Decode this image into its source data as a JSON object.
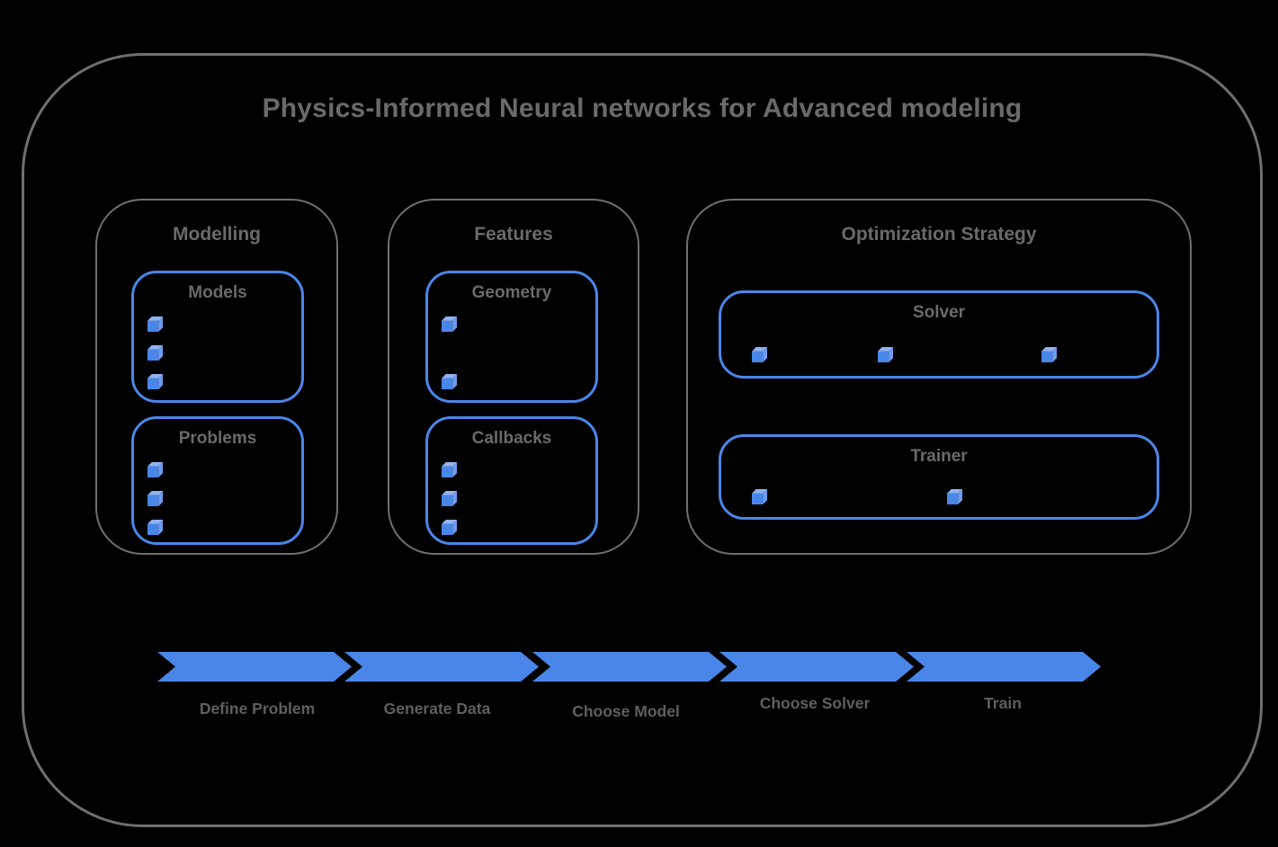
{
  "title": "Physics-Informed Neural networks for Advanced modeling",
  "colors": {
    "accent_blue": "#4a86e8",
    "cube_front": "#4a86e8",
    "cube_top": "#8fb4f3",
    "cube_side": "#6d9bed",
    "border_gray": "#6f6f6f",
    "text_gray": "#6a6a6a"
  },
  "groups": [
    {
      "label": "Modelling",
      "cards": [
        {
          "label": "Models",
          "bullet_count": 3
        },
        {
          "label": "Problems",
          "bullet_count": 3
        }
      ]
    },
    {
      "label": "Features",
      "cards": [
        {
          "label": "Geometry",
          "bullet_count": 2
        },
        {
          "label": "Callbacks",
          "bullet_count": 3
        }
      ]
    },
    {
      "label": "Optimization Strategy",
      "cards": [
        {
          "label": "Solver",
          "bullet_count": 3
        },
        {
          "label": "Trainer",
          "bullet_count": 2
        }
      ]
    }
  ],
  "pipeline": {
    "steps": [
      {
        "label": "Define Problem"
      },
      {
        "label": "Generate Data"
      },
      {
        "label": "Choose Model"
      },
      {
        "label": "Choose Solver"
      },
      {
        "label": "Train"
      }
    ]
  }
}
